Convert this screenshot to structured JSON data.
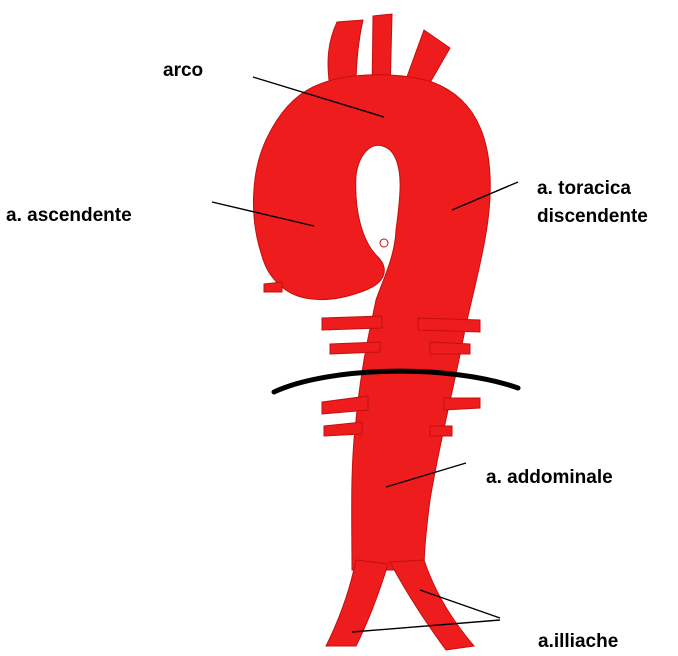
{
  "colors": {
    "vessel": "#ee1c1c",
    "vessel_dark": "#c40f0f",
    "lines": "#000000",
    "text": "#000000",
    "background": "#ffffff"
  },
  "labels": {
    "arch": "arco",
    "ascending": "a. ascendente",
    "thoracic_line1": "a. toracica",
    "thoracic_line2": "discendente",
    "abdominal": "a. addominale",
    "iliac": "a.illiache"
  }
}
